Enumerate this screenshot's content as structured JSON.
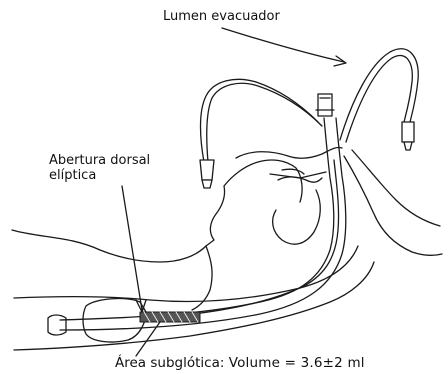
{
  "labels": {
    "lumen_evacuador": "Lumen evacuador",
    "abertura_line1": "Abertura dorsal",
    "abertura_line2": "elíptica",
    "area_subglotica": "Área subglótica:",
    "volume": "Volume = 3.6±2 ml"
  }
}
